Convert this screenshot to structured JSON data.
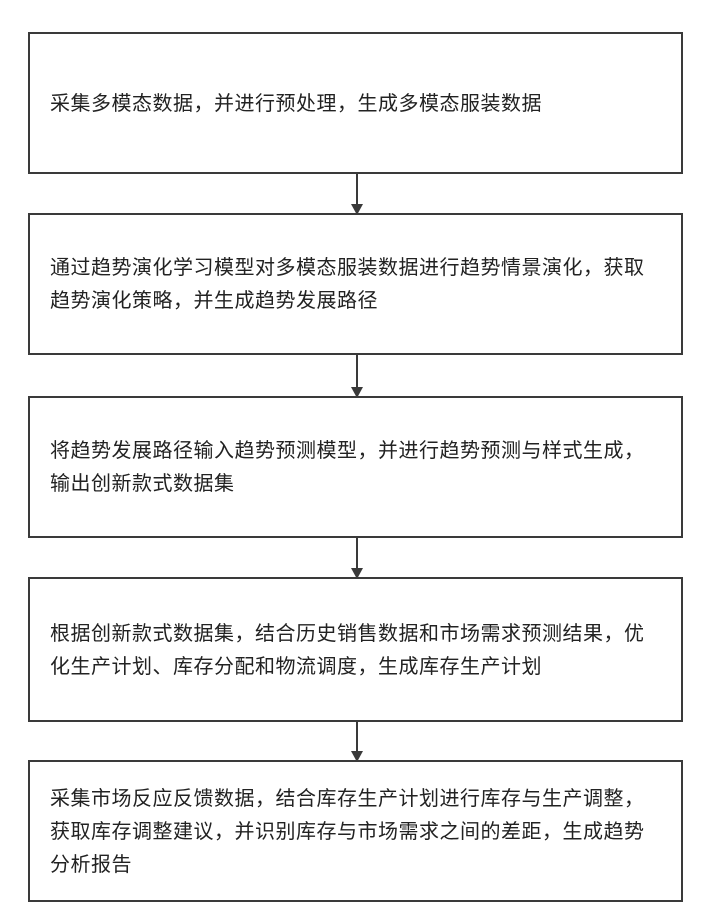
{
  "flowchart": {
    "steps": [
      {
        "text": "采集多模态数据，并进行预处理，生成多模态服装数据"
      },
      {
        "text": "通过趋势演化学习模型对多模态服装数据进行趋势情景演化，获取趋势演化策略，并生成趋势发展路径"
      },
      {
        "text": "将趋势发展路径输入趋势预测模型，并进行趋势预测与样式生成，输出创新款式数据集"
      },
      {
        "text": "根据创新款式数据集，结合历史销售数据和市场需求预测结果，优化生产计划、库存分配和物流调度，生成库存生产计划"
      },
      {
        "text": "采集市场反应反馈数据，结合库存生产计划进行库存与生产调整，获取库存调整建议，并识别库存与市场需求之间的差距，生成趋势分析报告"
      }
    ]
  }
}
